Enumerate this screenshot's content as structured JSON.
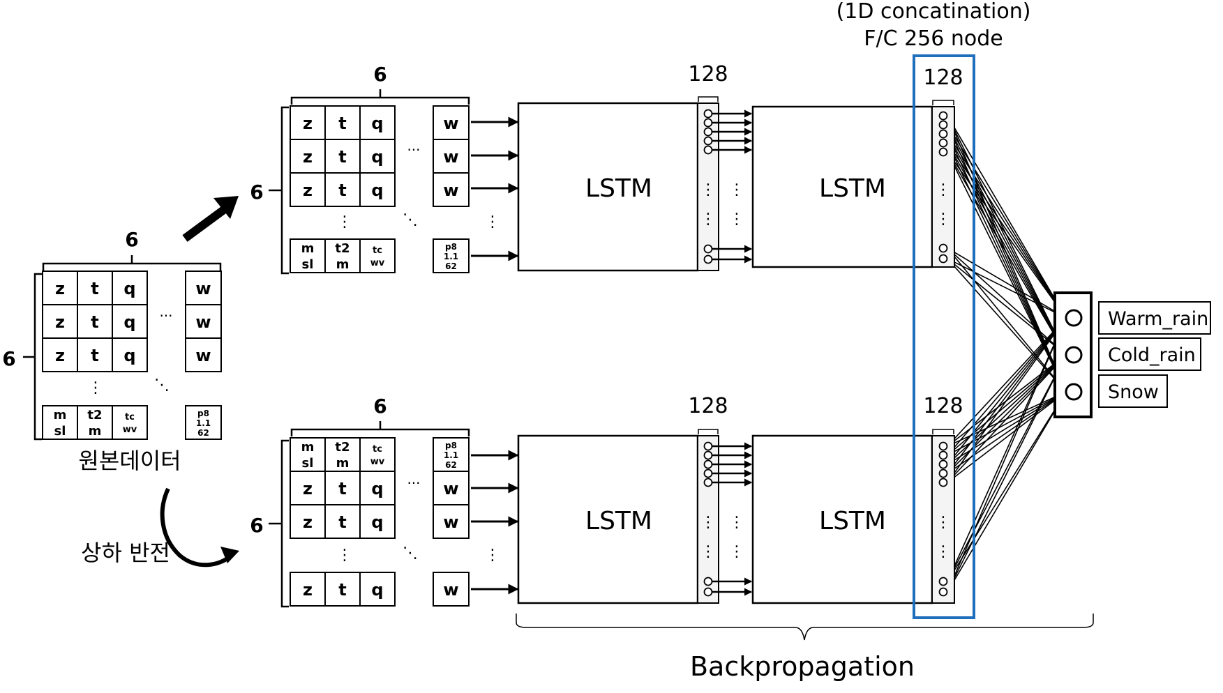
{
  "labels": {
    "count_six": "6",
    "nodes_128": "128",
    "lstm": "LSTM",
    "concat_line1": "(1D concatination)",
    "concat_line2": "F/C 256 node",
    "original_data": "원본데이터",
    "flip": "상하 반전",
    "backprop": "Backpropagation",
    "hdots": "···",
    "vdots": "⋮",
    "ddots": "⋱"
  },
  "grid_row": [
    "z",
    "t",
    "q"
  ],
  "grid_last": "w",
  "grid_bottom_cells": [
    {
      "l1": "m",
      "l2": "sl"
    },
    {
      "l1": "t2",
      "l2": "m"
    },
    {
      "l1": "tc",
      "l2": "wv"
    }
  ],
  "grid_bottom_last": [
    "p8",
    "1.1",
    "62"
  ],
  "outputs": [
    "Warm_rain",
    "Cold_rain",
    "Snow"
  ],
  "colors": {
    "highlight": "#1f6fbd",
    "ink": "#000000",
    "panel": "#f4f4f4"
  }
}
